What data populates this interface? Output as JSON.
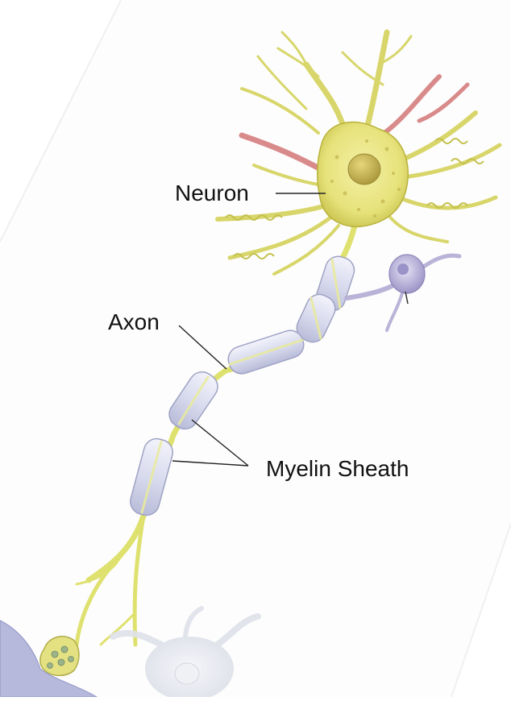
{
  "labels": {
    "neuron": "Neuron",
    "axon": "Axon",
    "myelin_sheath": "Myelin Sheath"
  },
  "colors": {
    "background": "#ffffff",
    "cell_body": "#e6e27a",
    "cell_body_edge": "#b9b23c",
    "nucleus": "#c9b84a",
    "dendrite": "#d8d66a",
    "dendrite_red": "#d98a8a",
    "myelin": "#d7d9ea",
    "myelin_edge": "#9fa3c4",
    "axon": "#e2e47a",
    "glial_cell": "#b9b3d8",
    "bottom_tissue": "#b6b9dc",
    "leader_line": "#222222"
  }
}
